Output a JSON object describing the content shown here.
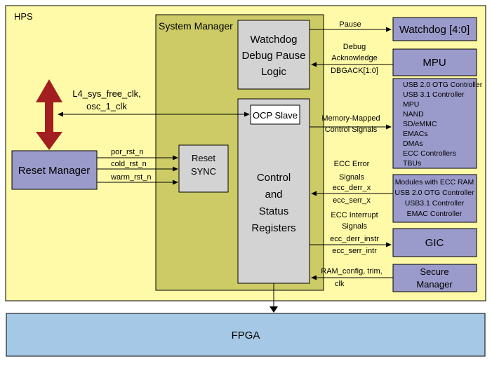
{
  "hps": {
    "label": "HPS"
  },
  "system_manager": {
    "label": "System Manager"
  },
  "watchdog_logic": {
    "lines": [
      "Watchdog",
      "Debug Pause",
      "Logic"
    ]
  },
  "ocp_slave": {
    "label": "OCP Slave"
  },
  "csr": {
    "lines": [
      "Control",
      "and",
      "Status",
      "Registers"
    ]
  },
  "reset_sync": {
    "lines": [
      "Reset",
      "SYNC"
    ]
  },
  "reset_manager": {
    "label": "Reset Manager"
  },
  "clk_label": {
    "lines": [
      "L4_sys_free_clk,",
      "osc_1_clk"
    ]
  },
  "reset_signals": [
    "por_rst_n",
    "cold_rst_n",
    "warm_rst_n"
  ],
  "watchdog_block": {
    "label": "Watchdog [4:0]"
  },
  "mpu_block": {
    "label": "MPU"
  },
  "periph_block": {
    "lines": [
      "USB 2.0 OTG Controller",
      "USB 3.1 Controller",
      "MPU",
      "NAND",
      "SD/eMMC",
      "EMACs",
      "DMAs",
      "ECC Controllers",
      "TBUs"
    ]
  },
  "ecc_block": {
    "lines": [
      "Modules with ECC RAM",
      "USB 2.0 OTG Controller",
      "USB3.1 Controller",
      "EMAC Controller"
    ]
  },
  "gic_block": {
    "label": "GIC"
  },
  "secure_block": {
    "lines": [
      "Secure",
      "Manager"
    ]
  },
  "signals": {
    "pause": "Pause",
    "debug": [
      "Debug",
      "Acknowledge",
      "DBGACK[1:0]"
    ],
    "mm": [
      "Memory-Mapped",
      "Control Signals"
    ],
    "ecc_err": [
      "ECC Error",
      "Signals",
      "ecc_derr_x",
      "ecc_serr_x"
    ],
    "ecc_int": [
      "ECC Interrupt",
      "Signals",
      "ecc_derr_instr",
      "ecc_serr_intr"
    ],
    "ram": [
      "RAM_config, trim,",
      "clk"
    ]
  },
  "fpga": {
    "label": "FPGA"
  },
  "colors": {
    "hps_fill": "#fffaa8",
    "sysmgr_fill": "#cccb66",
    "gray_fill": "#d3d3d3",
    "purple_fill": "#9a9acb",
    "fpga_fill": "#a5c8e6",
    "arrow_red": "#a31e1e"
  }
}
